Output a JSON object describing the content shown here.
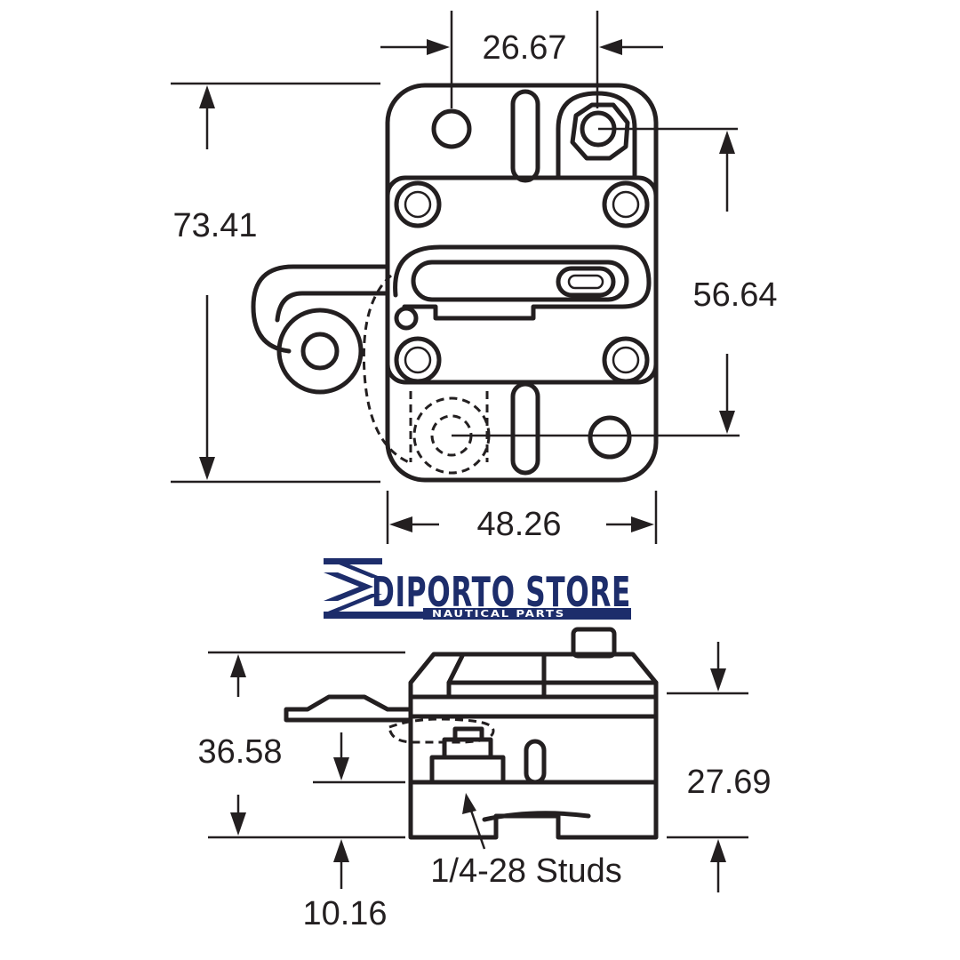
{
  "top_view": {
    "width_top": "26.67",
    "height_left": "73.41",
    "height_right": "56.64",
    "width_bottom": "48.26"
  },
  "logo": {
    "brand": "DIPORTO STORE",
    "tagline": "NAUTICAL PARTS",
    "color": "#1d2d6b"
  },
  "side_view": {
    "height_left": "36.58",
    "height_right": "27.69",
    "stud_label": "1/4-28 Studs",
    "base_height": "10.16"
  }
}
